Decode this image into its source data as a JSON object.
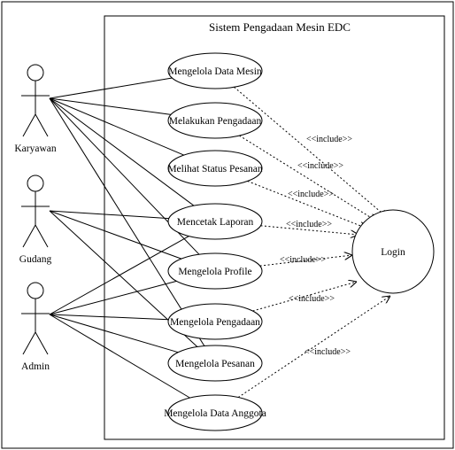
{
  "diagram": {
    "system_title": "Sistem Pengadaan Mesin EDC",
    "actors": [
      {
        "id": "karyawan",
        "label": "Karyawan"
      },
      {
        "id": "gudang",
        "label": "Gudang"
      },
      {
        "id": "admin",
        "label": "Admin"
      }
    ],
    "use_cases": [
      {
        "id": "uc1",
        "label": "Mengelola Data Mesin"
      },
      {
        "id": "uc2",
        "label": "Melakukan Pengadaan"
      },
      {
        "id": "uc3",
        "label": "Melihat Status Pesanan"
      },
      {
        "id": "uc4",
        "label": "Mencetak Laporan"
      },
      {
        "id": "uc5",
        "label": "Mengelola Profile"
      },
      {
        "id": "uc6",
        "label": "Mengelola Pengadaan"
      },
      {
        "id": "uc7",
        "label": "Mengelola Pesanan"
      },
      {
        "id": "uc8",
        "label": "Mengelola Data Anggota"
      },
      {
        "id": "login",
        "label": "Login"
      }
    ],
    "associations": [
      [
        "karyawan",
        "uc1"
      ],
      [
        "karyawan",
        "uc2"
      ],
      [
        "karyawan",
        "uc3"
      ],
      [
        "karyawan",
        "uc4"
      ],
      [
        "karyawan",
        "uc5"
      ],
      [
        "karyawan",
        "uc7"
      ],
      [
        "gudang",
        "uc4"
      ],
      [
        "gudang",
        "uc5"
      ],
      [
        "gudang",
        "uc7"
      ],
      [
        "admin",
        "uc4"
      ],
      [
        "admin",
        "uc5"
      ],
      [
        "admin",
        "uc6"
      ],
      [
        "admin",
        "uc7"
      ],
      [
        "admin",
        "uc8"
      ]
    ],
    "include_label": "<<include>>",
    "includes": [
      "uc1",
      "uc2",
      "uc3",
      "uc4",
      "uc5",
      "uc6",
      "uc8"
    ]
  }
}
